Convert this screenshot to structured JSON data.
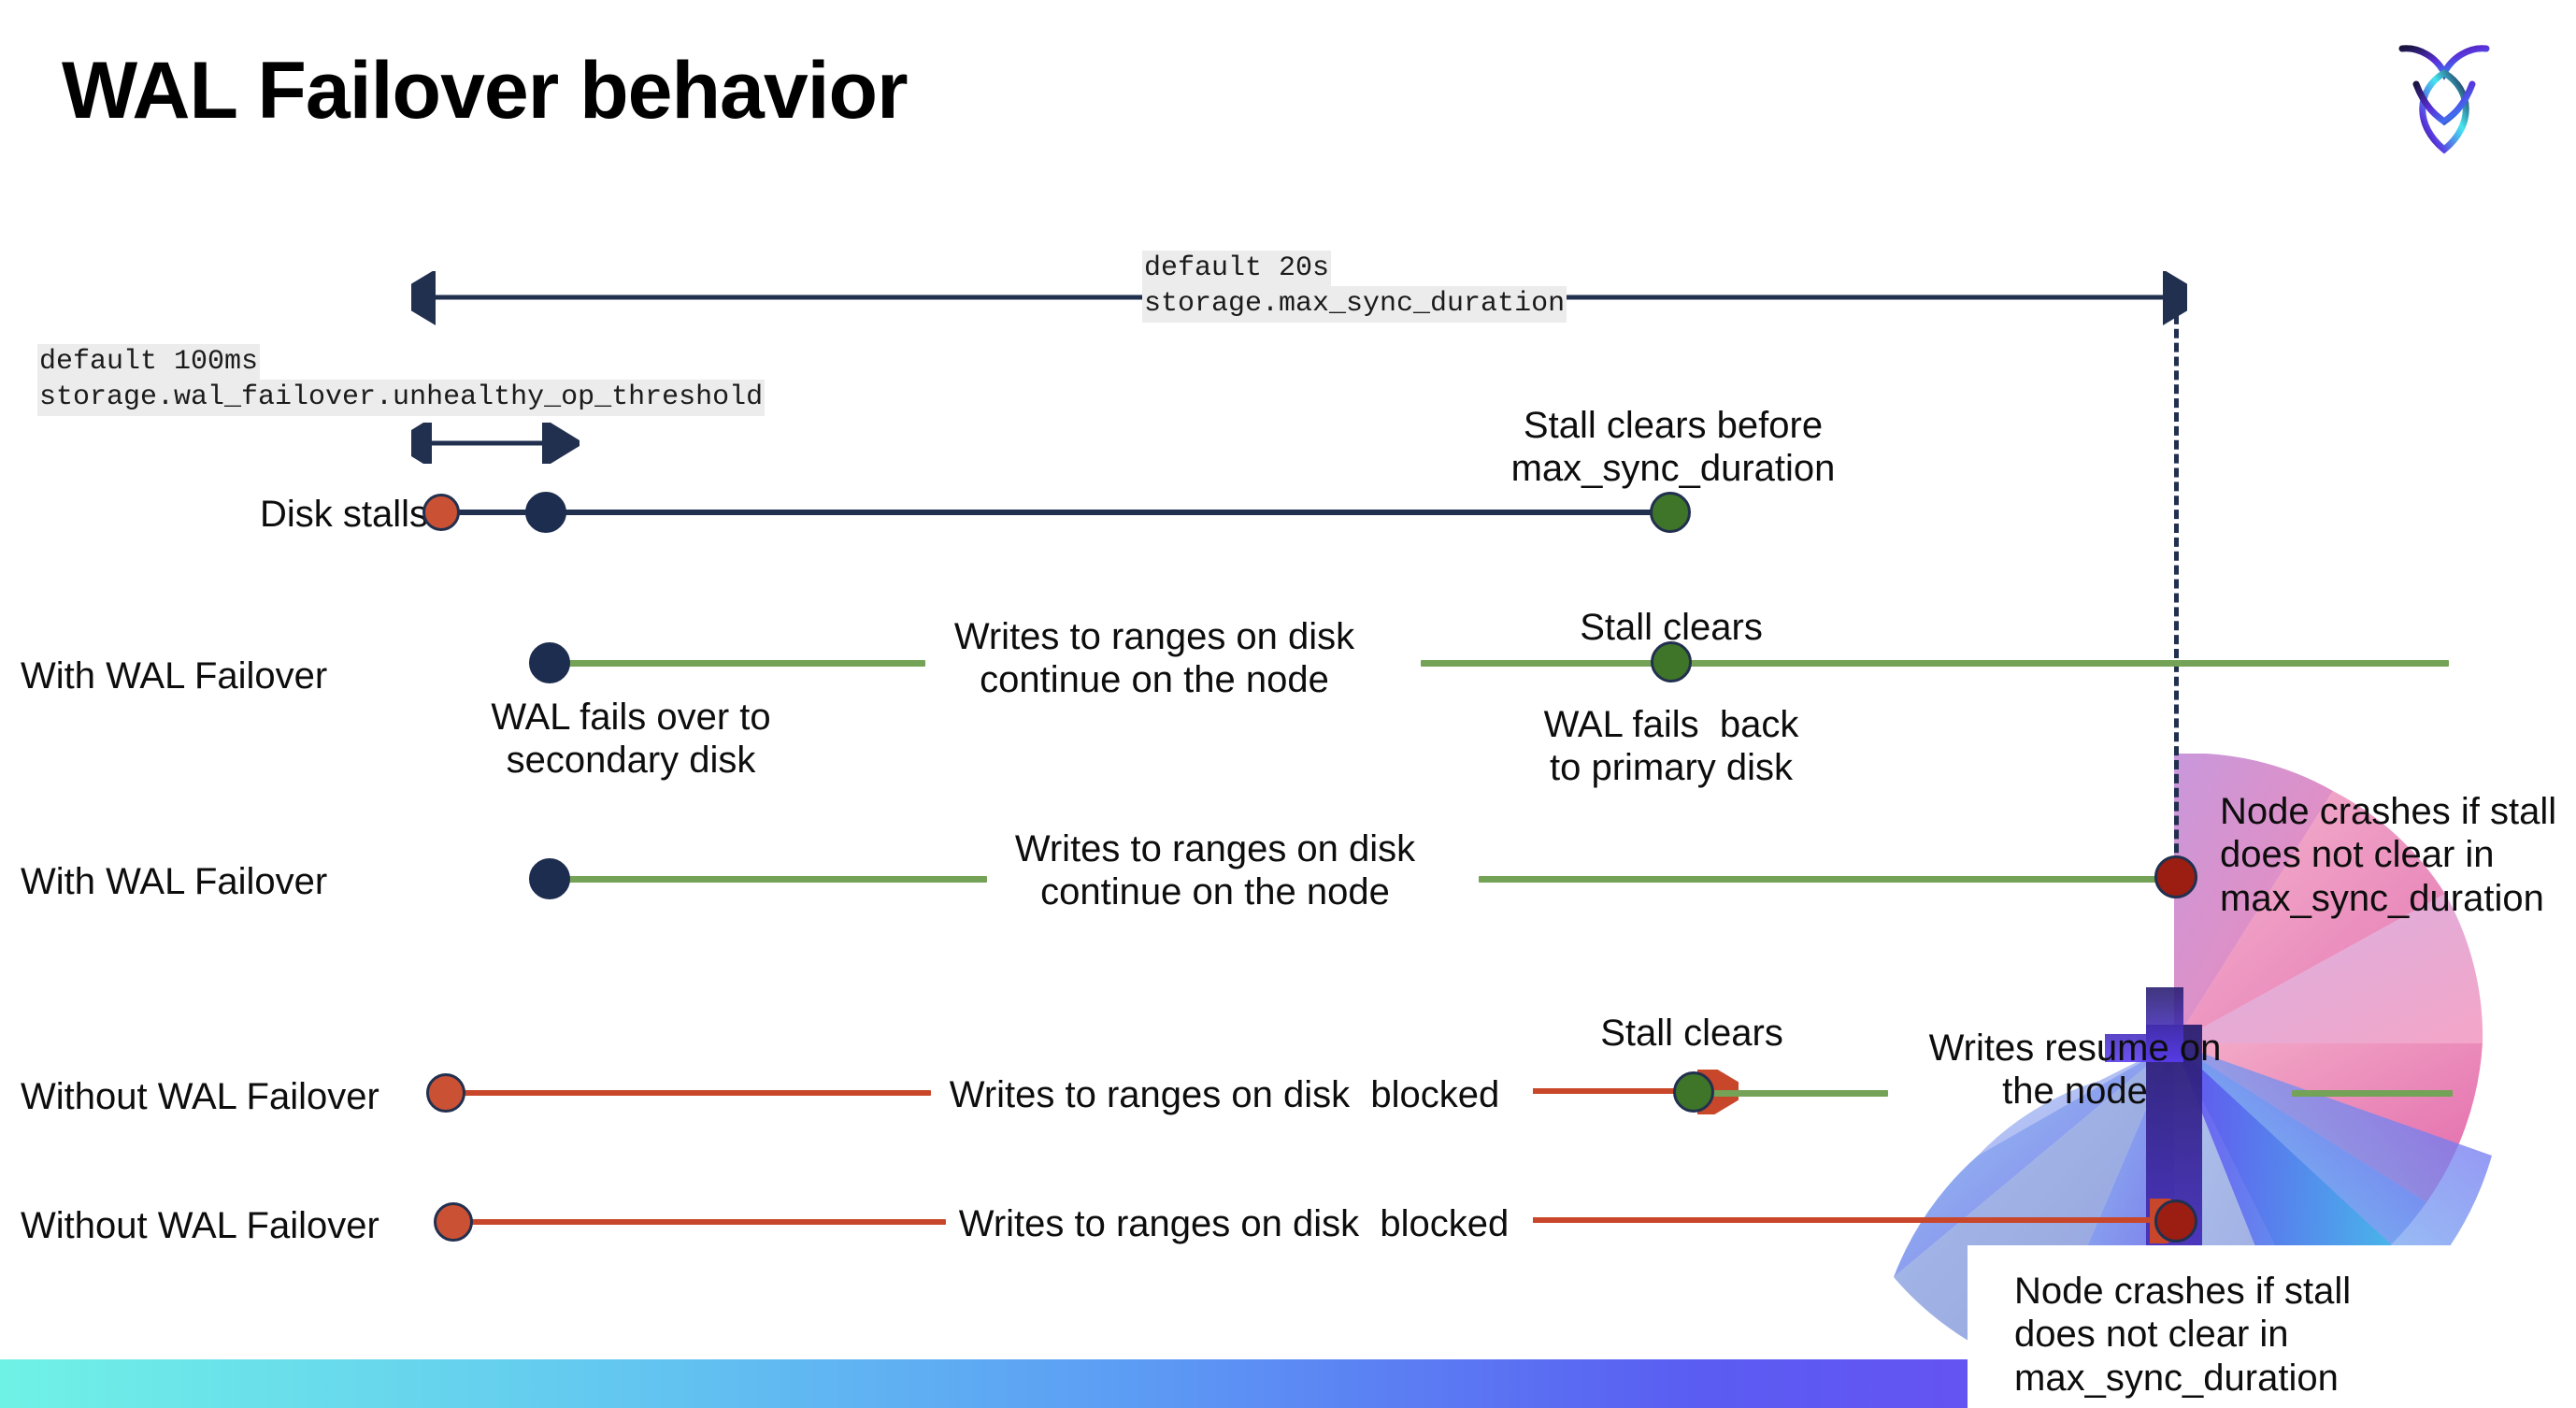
{
  "page": {
    "title": "WAL Failover behavior",
    "logo_icon": "cockroachdb-logo-icon"
  },
  "annotations": {
    "max_sync": {
      "line1": "default 20s",
      "line2": "storage.max_sync_duration"
    },
    "unhealthy_threshold": {
      "line1": "default 100ms",
      "line2": "storage.wal_failover.unhealthy_op_threshold"
    }
  },
  "rows": [
    {
      "id": "disk-stalls",
      "label": "Disk stalls",
      "callouts": [
        {
          "id": "stall-clears-before",
          "text": "Stall clears before\nmax_sync_duration"
        }
      ]
    },
    {
      "id": "with-wal-failover-recovers",
      "label": "With WAL Failover",
      "callouts": [
        {
          "id": "wal-fails-over",
          "text": "WAL fails over to\nsecondary disk"
        },
        {
          "id": "writes-continue",
          "text": "Writes to ranges on disk\ncontinue on the node"
        },
        {
          "id": "stall-clears",
          "text": "Stall clears"
        },
        {
          "id": "wal-fails-back",
          "text": "WAL fails  back\nto primary disk"
        }
      ]
    },
    {
      "id": "with-wal-failover-crashes",
      "label": "With WAL Failover",
      "callouts": [
        {
          "id": "writes-continue-2",
          "text": "Writes to ranges on disk\ncontinue on the node"
        },
        {
          "id": "node-crashes-1",
          "text": "Node crashes if stall\ndoes not clear in\nmax_sync_duration"
        }
      ]
    },
    {
      "id": "without-wal-failover-recovers",
      "label": "Without WAL Failover",
      "callouts": [
        {
          "id": "writes-blocked",
          "text": "Writes to ranges on disk  blocked"
        },
        {
          "id": "stall-clears-2",
          "text": "Stall clears"
        },
        {
          "id": "writes-resume",
          "text": "Writes resume on\nthe node"
        }
      ]
    },
    {
      "id": "without-wal-failover-crashes",
      "label": "Without WAL Failover",
      "callouts": [
        {
          "id": "writes-blocked-2",
          "text": "Writes to ranges on disk  blocked"
        },
        {
          "id": "node-crashes-2",
          "text": "Node crashes if stall\ndoes not clear in\nmax_sync_duration"
        }
      ]
    }
  ],
  "colors": {
    "navy": "#22304f",
    "orange": "#c8472b",
    "green_line": "#74a257",
    "green_dot": "#3f7528",
    "dark_red_dot": "#9c1e12",
    "orange_dot": "#cb5134",
    "code_bg": "#ececec"
  }
}
